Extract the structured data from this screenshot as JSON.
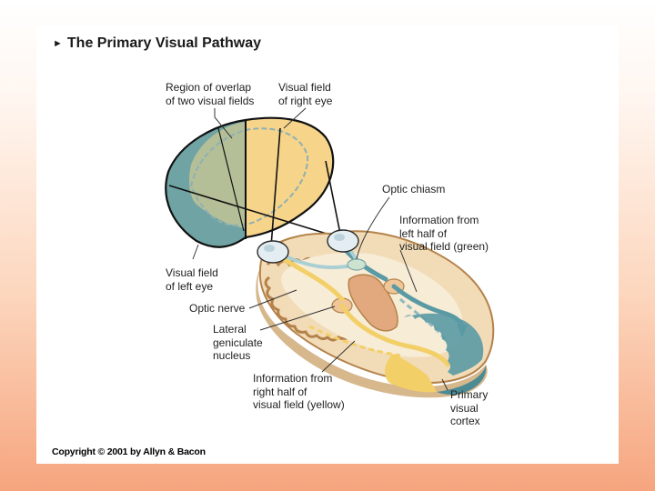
{
  "title": "The Primary Visual Pathway",
  "copyright": "Copyright © 2001 by Allyn & Bacon",
  "labels": {
    "overlap": "Region of overlap\nof two visual fields",
    "right_eye_field": "Visual field\nof right eye",
    "optic_chiasm": "Optic chiasm",
    "info_left_half": "Information from\nleft half of\nvisual field (green)",
    "left_eye_field": "Visual field\nof left eye",
    "optic_nerve": "Optic nerve",
    "lgn": "Lateral\ngeniculate\nnucleus",
    "info_right_half": "Information from\nright half of\nvisual field (yellow)",
    "primary_cortex": "Primary\nvisual\ncortex"
  },
  "colors": {
    "green_field": "#6fa3a4",
    "yellow_field": "#f6d48a",
    "overlap": "#b4bf98",
    "brain_tissue": "#f2dcb8",
    "cortex_edge": "#b4824a",
    "teal_pathway": "#5a9aa4",
    "yellow_pathway": "#f3cf68"
  }
}
